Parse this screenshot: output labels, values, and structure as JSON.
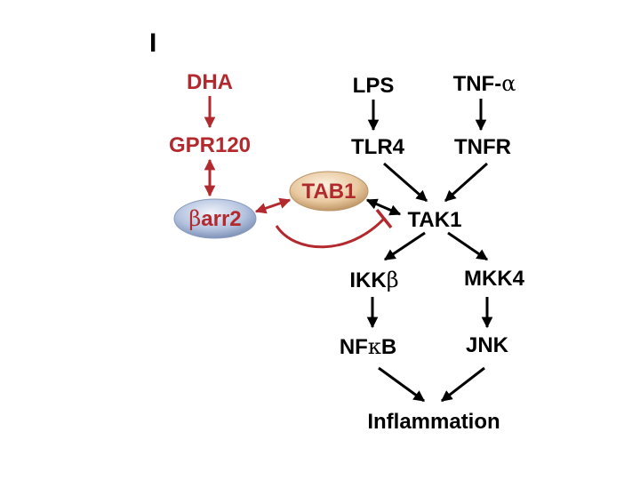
{
  "panel_label": "I",
  "colors": {
    "red": "#b22a2e",
    "black": "#000000",
    "tab1_fill": "#e7c79f",
    "barr2_fill": "#aabbd9"
  },
  "nodes": {
    "dha": "DHA",
    "gpr120": "GPR120",
    "tab1": "TAB1",
    "barr2_prefix": "β",
    "barr2_suffix": "arr2",
    "lps": "LPS",
    "tnf_prefix": "TNF-",
    "tnf_suffix": "α",
    "tlr4": "TLR4",
    "tnfr": "TNFR",
    "tak1": "TAK1",
    "ikk_prefix": "IKK",
    "ikk_suffix": "β",
    "mkk4": "MKK4",
    "nfkb_a": "NF",
    "nfkb_b": "κ",
    "nfkb_c": "B",
    "jnk": "JNK",
    "inflammation": "Inflammation"
  }
}
